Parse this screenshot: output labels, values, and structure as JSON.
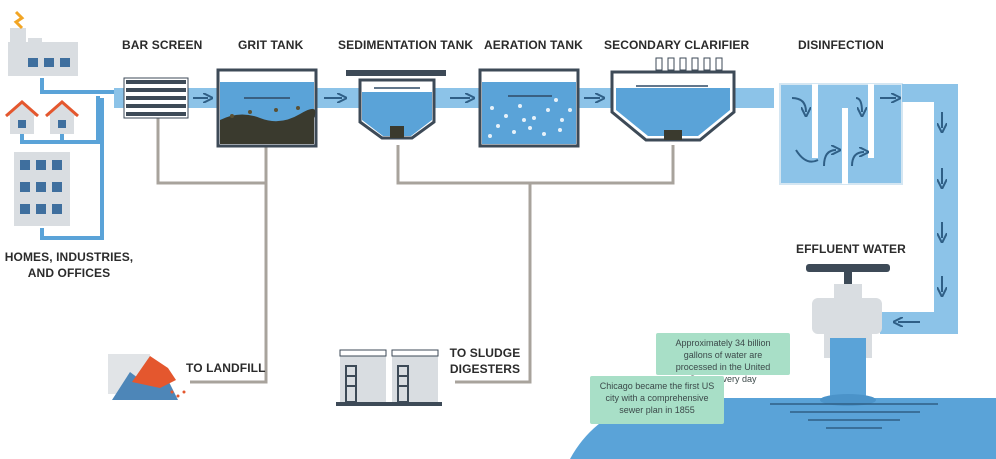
{
  "stages": {
    "bar_screen": "BAR SCREEN",
    "grit_tank": "GRIT TANK",
    "sedimentation_tank": "SEDIMENTATION TANK",
    "aeration_tank": "AERATION TANK",
    "secondary_clarifier": "SECONDARY CLARIFIER",
    "disinfection": "DISINFECTION"
  },
  "sources_label": "HOMES, INDUSTRIES, AND OFFICES",
  "effluent_label": "EFFLUENT WATER",
  "to_landfill": "TO LANDFILL",
  "to_sludge": "TO SLUDGE DIGESTERS",
  "facts": {
    "gallons": "Approximately 34 billion gallons of water are processed in the United States every day",
    "chicago": "Chicago became the first US city with a comprehensive sewer plan in 1855"
  },
  "colors": {
    "water": "#5aa3d8",
    "pipe_light": "#8cc3e8",
    "dark": "#3d4a57",
    "gray_pipe": "#a8a39c",
    "bubble": "#a8dfc7",
    "landfill_orange": "#e4572e"
  }
}
